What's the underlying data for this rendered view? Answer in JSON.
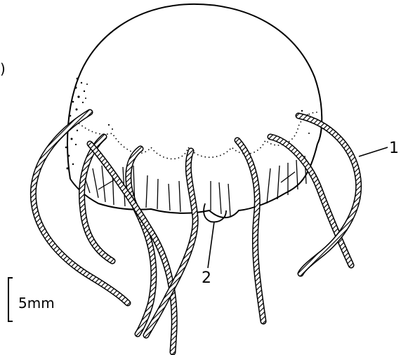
{
  "labels": {
    "one": "1",
    "two": "2",
    "panel": ")",
    "scale": "5mm"
  },
  "colors": {
    "ink": "#000000",
    "paper": "#ffffff"
  }
}
